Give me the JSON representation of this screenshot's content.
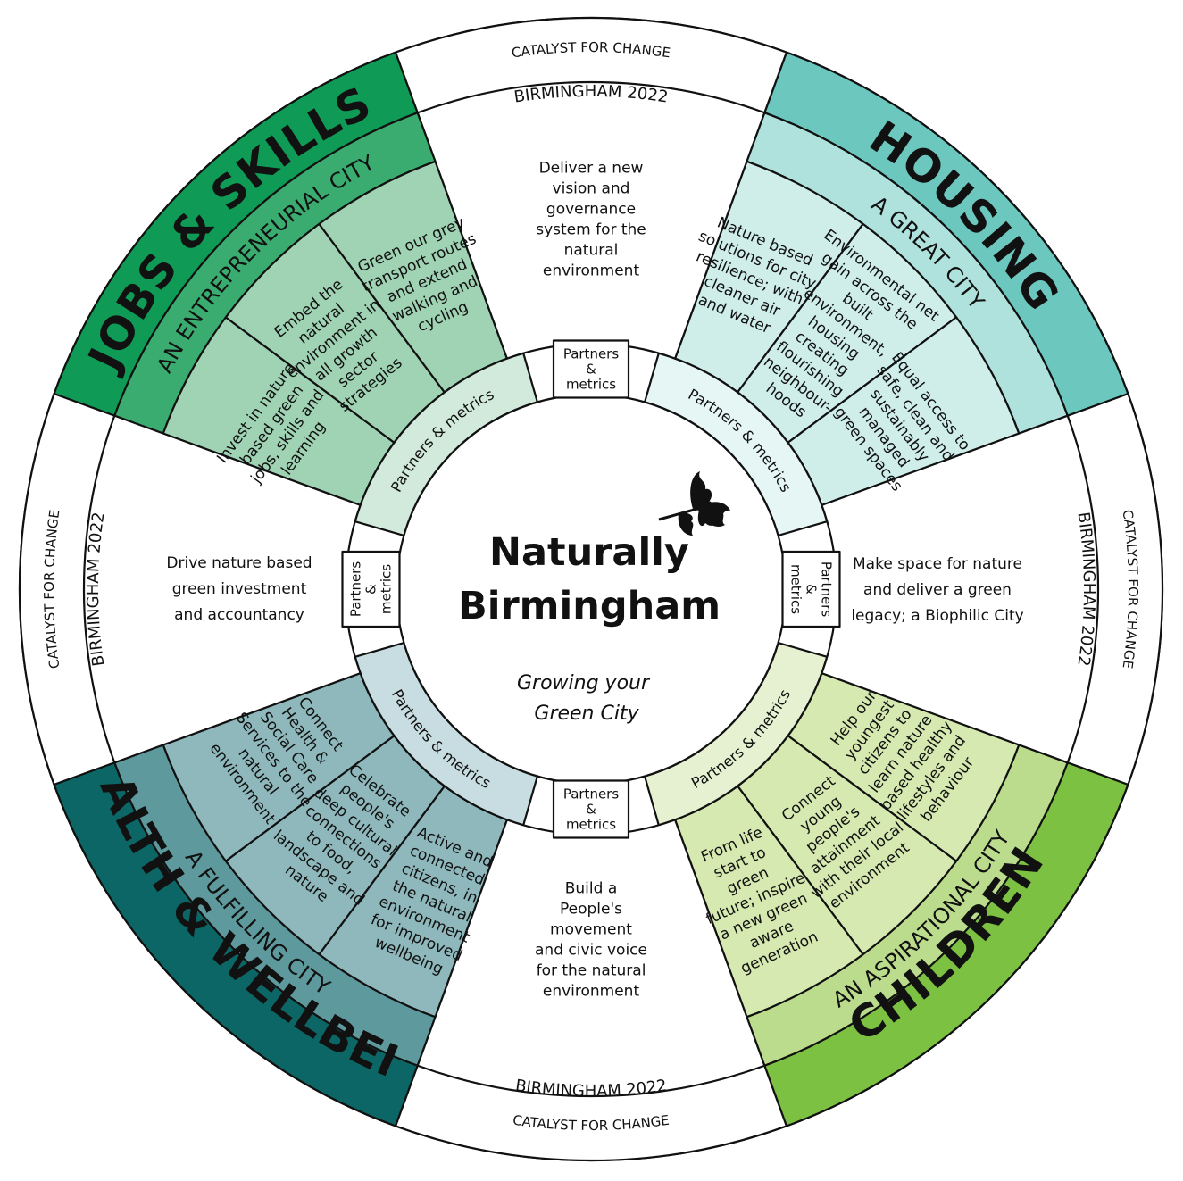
{
  "center": {
    "title_line1": "Naturally",
    "title_line2": "Birmingham",
    "subtitle_line1": "Growing your",
    "subtitle_line2": "Green City",
    "logo_icon": "oak-leaf-icon"
  },
  "colors": {
    "jobs_outer": "#0f9b55",
    "jobs_mid": "#3aac70",
    "jobs_inner": "#9fd3b4",
    "jobs_ring": "#d2eadc",
    "housing_outer": "#6cc7bf",
    "housing_mid": "#afe2dc",
    "housing_inner": "#cfeeea",
    "housing_ring": "#e5f6f4",
    "health_outer": "#0c6665",
    "health_mid": "#5e9a9d",
    "health_inner": "#8fb8bc",
    "health_ring": "#c8dde1",
    "children_outer": "#7dc142",
    "children_mid": "#bcdc8d",
    "children_inner": "#d5e9b0",
    "children_ring": "#e6f1d2"
  },
  "catalyst": {
    "line1": "CATALYST FOR CHANGE",
    "line2": "BIRMINGHAM 2022"
  },
  "partners_metrics": {
    "ring_label": "Partners & metrics",
    "box_line1": "Partners",
    "box_line2": "&",
    "box_line3": "metrics"
  },
  "themes": {
    "jobs": {
      "name": "JOBS & SKILLS",
      "city": "AN ENTREPRENEURIAL CITY",
      "items": [
        [
          "Invest in nature",
          "based green",
          "jobs, skills and",
          "learning"
        ],
        [
          "Embed the",
          "natural",
          "environment in",
          "all growth",
          "sector",
          "strategies"
        ],
        [
          "Green our grey",
          "transport routes",
          "and extend",
          "walking and",
          "cycling"
        ]
      ]
    },
    "housing": {
      "name": "HOUSING",
      "city": "A GREAT CITY",
      "items": [
        [
          "Nature based",
          "solutions for city",
          "resilience; with",
          "cleaner air",
          "and water"
        ],
        [
          "Environmental net",
          "gain across the",
          "built",
          "environment,",
          "housing",
          "creating",
          "flourishing",
          "neighbour-",
          "hoods"
        ],
        [
          "Equal access to",
          "safe, clean and",
          "sustainably",
          "managed",
          "green spaces"
        ]
      ]
    },
    "health": {
      "name": "HEALTH & WELLBEING",
      "city": "A FULFILLING CITY",
      "items": [
        [
          "Active and",
          "connected",
          "citizens, in",
          "the natural",
          "environment",
          "for improved",
          "wellbeing"
        ],
        [
          "Celebrate",
          "people's",
          "deep cultural",
          "connections",
          "to food,",
          "landscape and",
          "nature"
        ],
        [
          "Connect",
          "Health &",
          "Social Care",
          "Services to the",
          "natural",
          "environment"
        ]
      ]
    },
    "children": {
      "name": "CHILDREN",
      "city": "AN ASPIRATIONAL CITY",
      "items": [
        [
          "From life",
          "start to",
          "green",
          "future; inspire",
          "a new green",
          "aware",
          "generation"
        ],
        [
          "Connect",
          "young",
          "people's",
          "attainment",
          "with their local",
          "environment"
        ],
        [
          "Help our",
          "youngest",
          "citizens to",
          "learn nature",
          "based healthy",
          "lifestyles and",
          "behaviour"
        ]
      ]
    }
  },
  "connectors": {
    "top": [
      "Deliver a new",
      "vision and",
      "governance",
      "system for the",
      "natural",
      "environment"
    ],
    "right": [
      "Make space for nature",
      "and deliver a green",
      "legacy; a Biophilic City"
    ],
    "bottom": [
      "Build a",
      "People's",
      "movement",
      "and civic voice",
      "for the natural",
      "environment"
    ],
    "left": [
      "Drive nature based",
      "green investment",
      "and accountancy"
    ]
  }
}
